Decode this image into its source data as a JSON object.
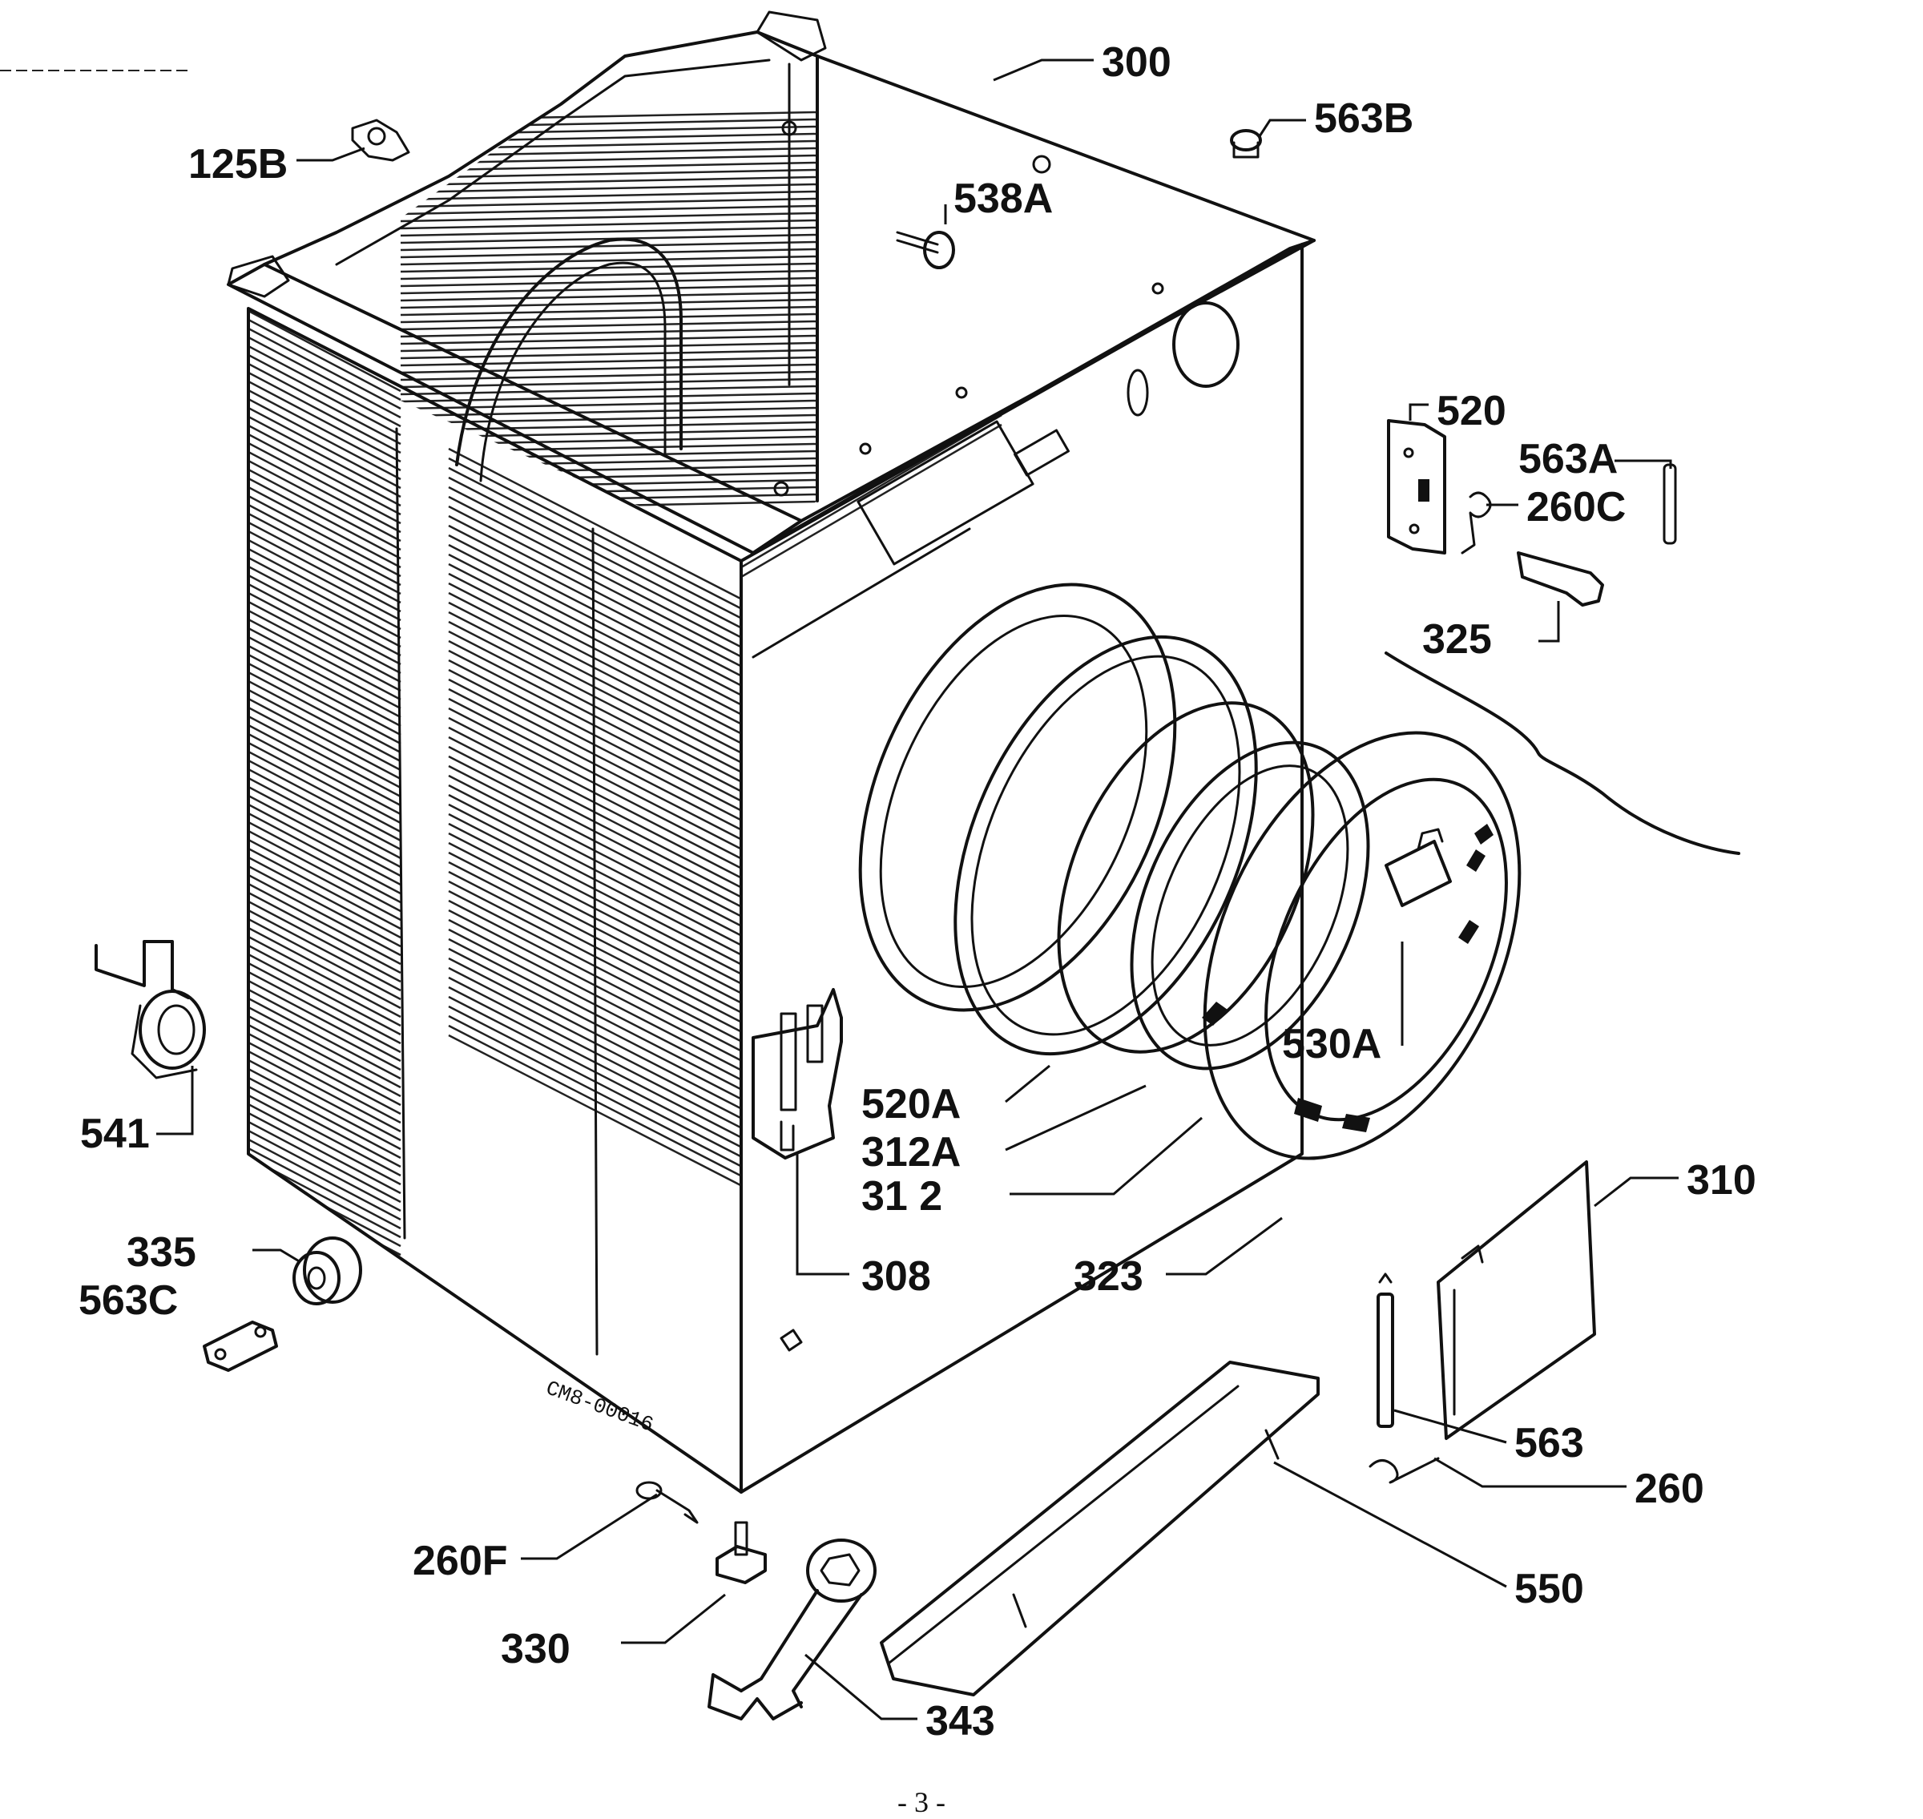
{
  "parts": [
    {
      "id": "p125B",
      "label": "125B"
    },
    {
      "id": "p300",
      "label": "300"
    },
    {
      "id": "p563B",
      "label": "563B"
    },
    {
      "id": "p538A",
      "label": "538A"
    },
    {
      "id": "p520",
      "label": "520"
    },
    {
      "id": "p563A",
      "label": "563A"
    },
    {
      "id": "p260C",
      "label": "260C"
    },
    {
      "id": "p325",
      "label": "325"
    },
    {
      "id": "p530A",
      "label": "530A"
    },
    {
      "id": "p541",
      "label": "541"
    },
    {
      "id": "p520A",
      "label": "520A"
    },
    {
      "id": "p312A",
      "label": "312A"
    },
    {
      "id": "p312",
      "label": "31 2"
    },
    {
      "id": "p310",
      "label": "310"
    },
    {
      "id": "p335",
      "label": "335"
    },
    {
      "id": "p563C",
      "label": "563C"
    },
    {
      "id": "p308",
      "label": "308"
    },
    {
      "id": "p323",
      "label": "323"
    },
    {
      "id": "p563",
      "label": "563"
    },
    {
      "id": "p260",
      "label": "260"
    },
    {
      "id": "p260F",
      "label": "260F"
    },
    {
      "id": "p550",
      "label": "550"
    },
    {
      "id": "p330",
      "label": "330"
    },
    {
      "id": "p343",
      "label": "343"
    }
  ],
  "stamp": "CM8-00016",
  "page_number": "- 3 -"
}
